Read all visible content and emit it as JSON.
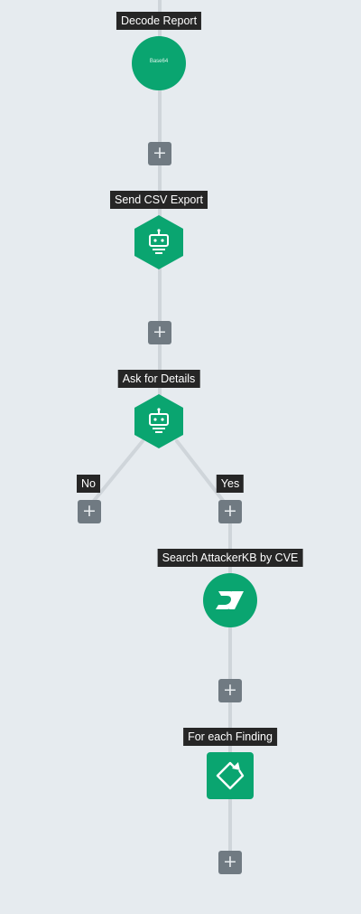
{
  "colors": {
    "background": "#e6ebef",
    "node_green": "#0aa570",
    "connector": "#cfd5da",
    "add_button": "#707a82",
    "label_bg": "#262626",
    "label_text": "#ffffff"
  },
  "workflow": {
    "decode_report": {
      "label": "Decode Report",
      "node_text": "Base64",
      "shape": "circle"
    },
    "send_csv_export": {
      "label": "Send CSV Export",
      "shape": "hexagon",
      "icon": "robot-icon"
    },
    "ask_for_details": {
      "label": "Ask for Details",
      "shape": "hexagon",
      "icon": "robot-icon"
    },
    "branch_no": {
      "label": "No"
    },
    "branch_yes": {
      "label": "Yes"
    },
    "search_attackerkb": {
      "label": "Search AttackerKB by CVE",
      "shape": "circle",
      "icon": "attackerkb-logo-icon"
    },
    "for_each_finding": {
      "label": "For each Finding",
      "shape": "square",
      "icon": "loop-icon"
    },
    "add_button_label": "+"
  }
}
